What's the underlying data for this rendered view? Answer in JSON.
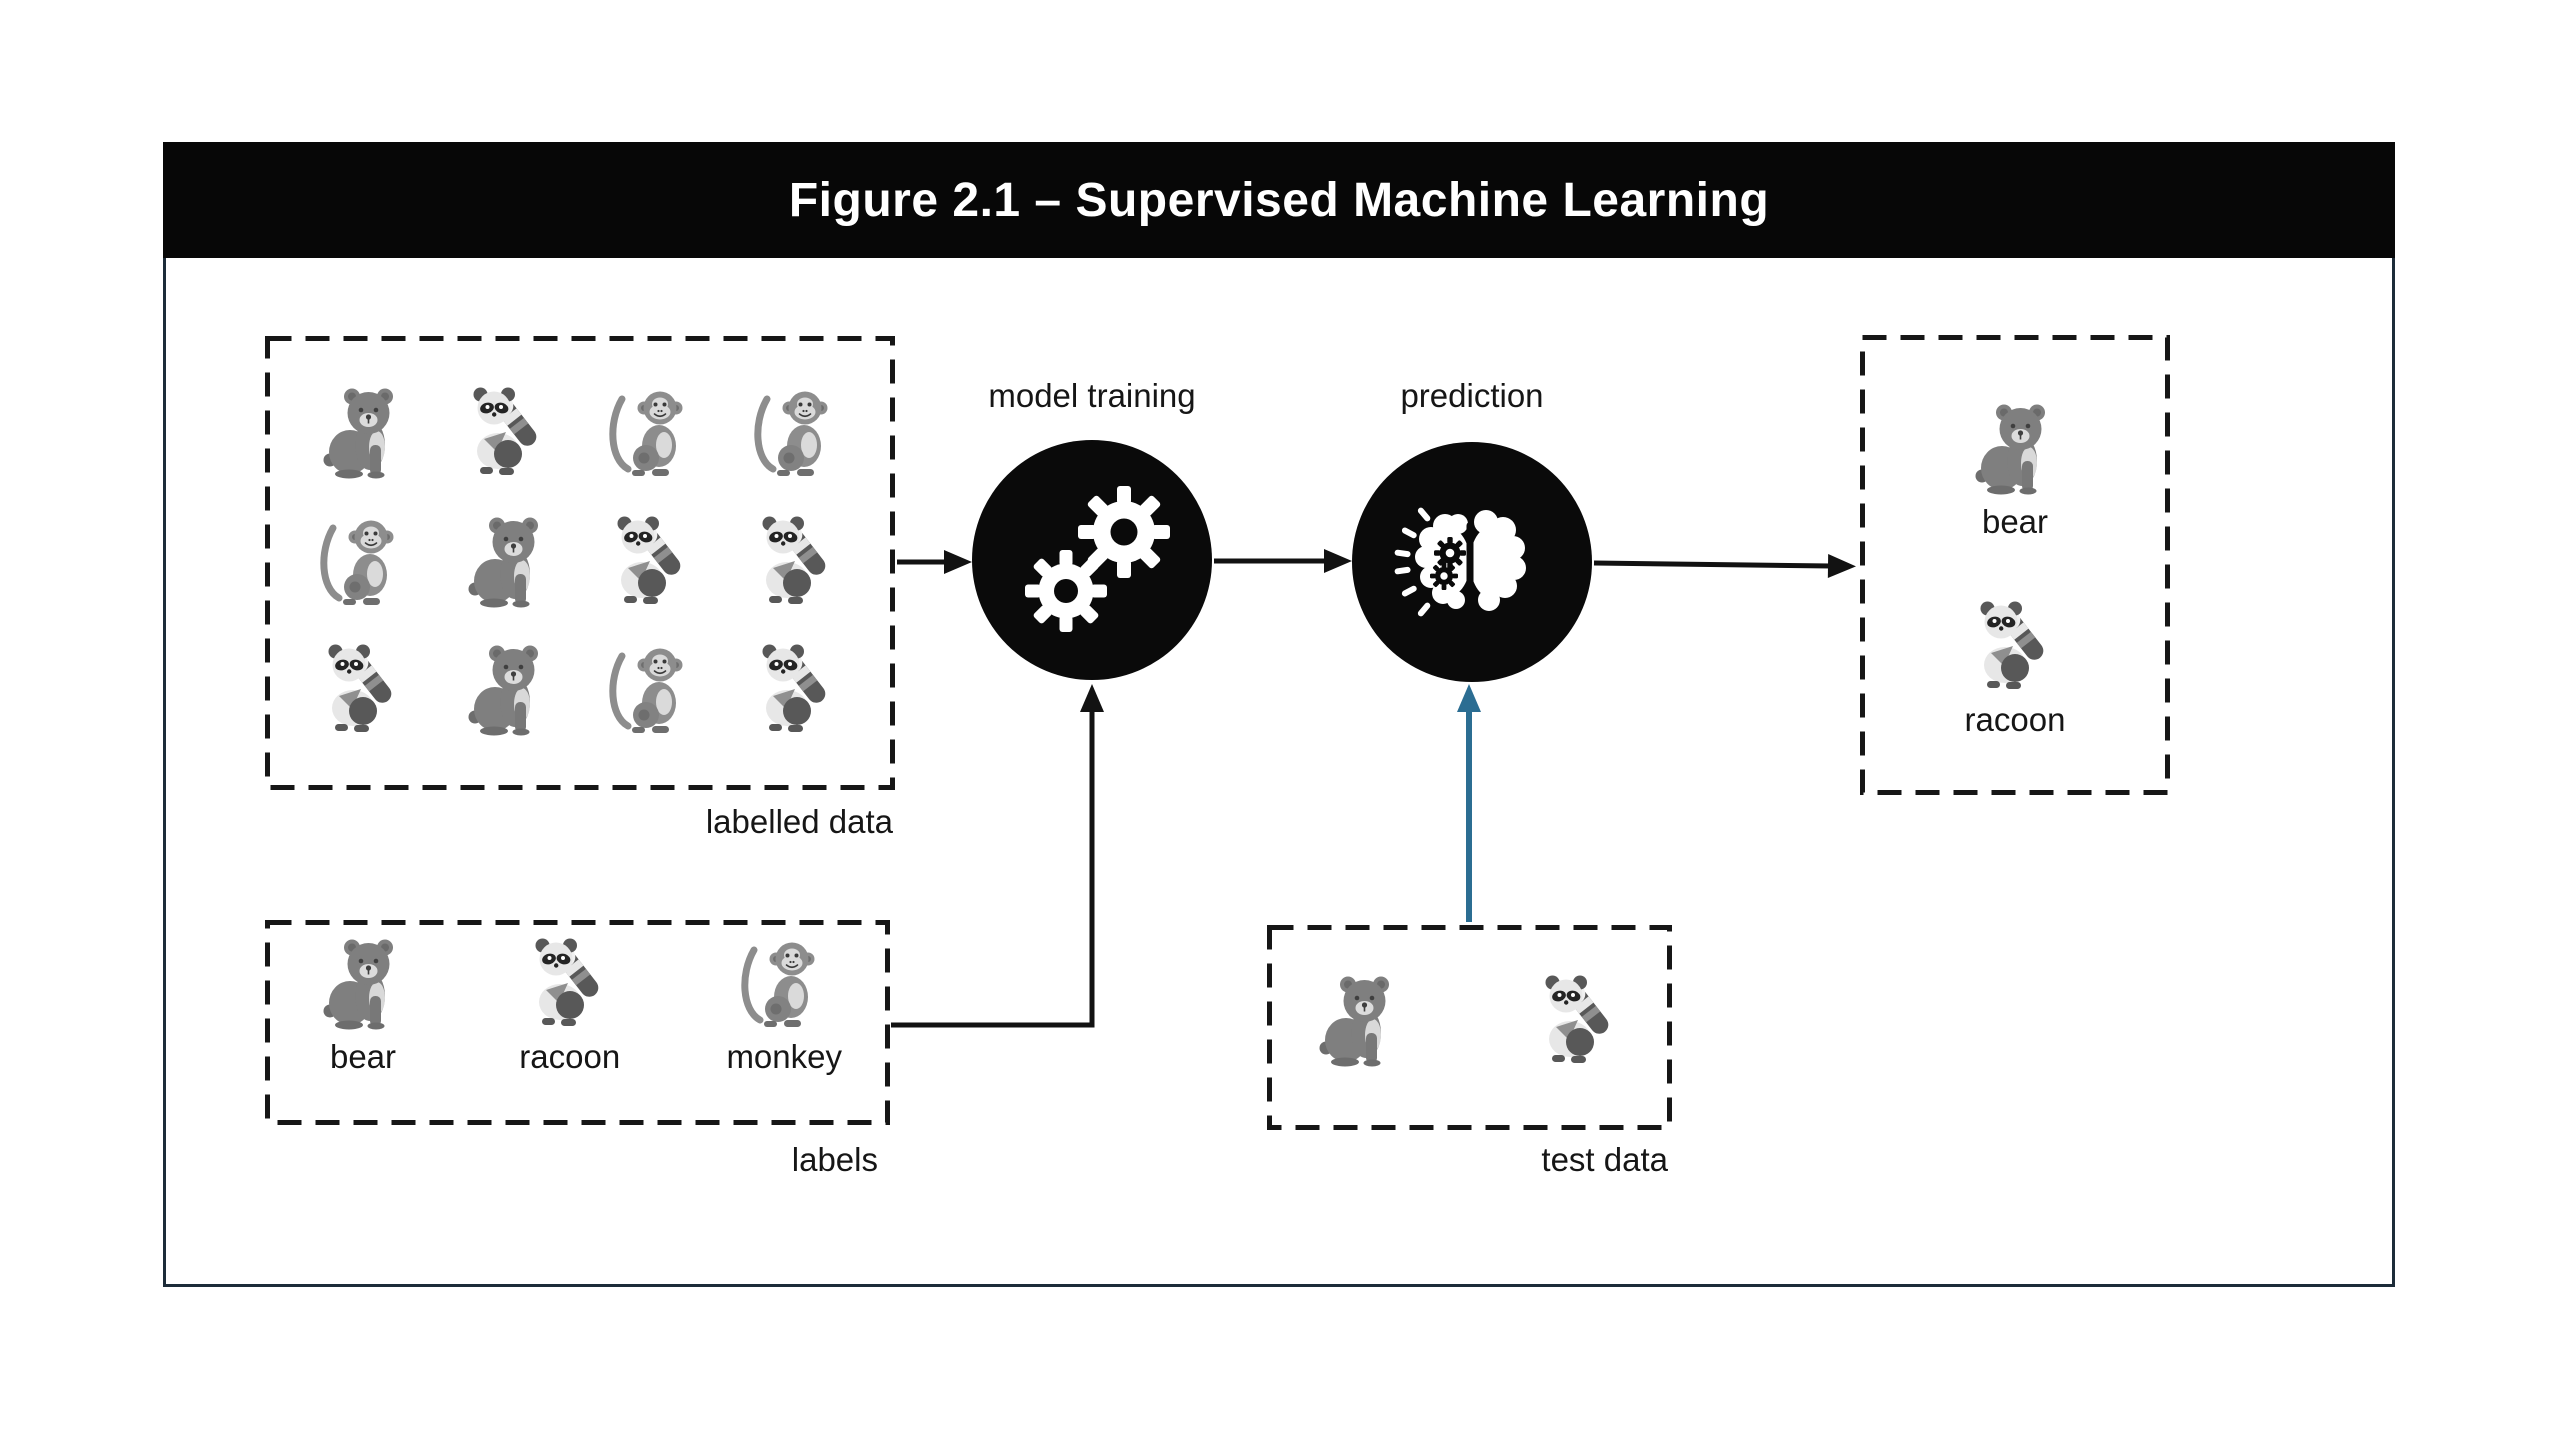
{
  "title": "Figure 2.1 – Supervised Machine Learning",
  "colors": {
    "title_bg": "#070707",
    "title_text": "#ffffff",
    "frame_border": "#1d2c39",
    "arrow_black": "#121212",
    "arrow_blue": "#2b6d92",
    "node_bg": "#0a0a0a"
  },
  "nodes": {
    "model_training": {
      "label": "model training",
      "icon": "gears-icon"
    },
    "prediction": {
      "label": "prediction",
      "icon": "brain-gears-icon"
    }
  },
  "labelled_data": {
    "caption": "labelled data",
    "animals": [
      "bear",
      "racoon",
      "monkey",
      "monkey",
      "monkey",
      "bear",
      "racoon",
      "racoon",
      "racoon",
      "bear",
      "monkey",
      "racoon"
    ]
  },
  "labels_box": {
    "caption": "labels",
    "items": [
      {
        "animal": "bear",
        "label": "bear"
      },
      {
        "animal": "racoon",
        "label": "racoon"
      },
      {
        "animal": "monkey",
        "label": "monkey"
      }
    ]
  },
  "test_data": {
    "caption": "test data",
    "animals": [
      "bear",
      "racoon"
    ]
  },
  "output_box": {
    "items": [
      {
        "animal": "bear",
        "label": "bear"
      },
      {
        "animal": "racoon",
        "label": "racoon"
      }
    ]
  }
}
